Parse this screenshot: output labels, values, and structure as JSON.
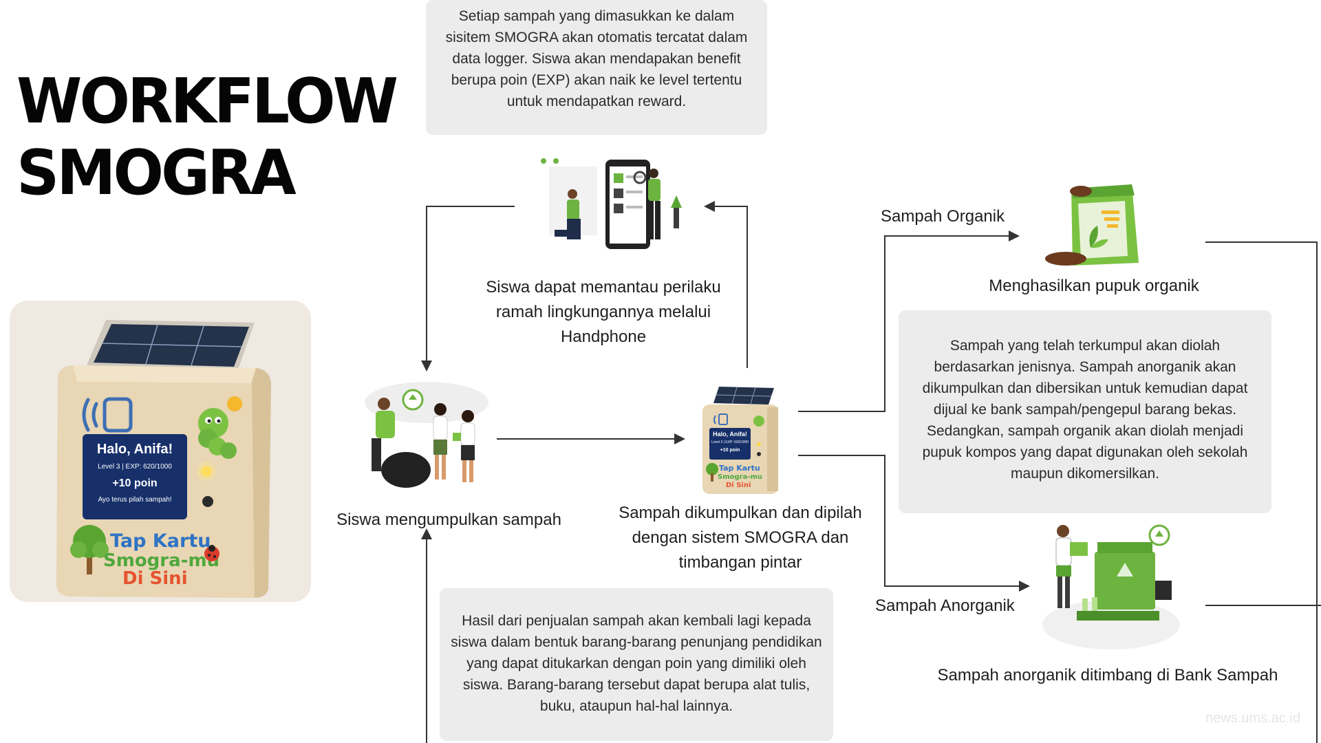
{
  "title": {
    "line1": "WORKFLOW",
    "line2": "SMOGRA"
  },
  "device": {
    "screen_greeting": "Halo, Anifa!",
    "screen_level": "Level 3 | EXP: 620/1000",
    "screen_points": "+10 poin",
    "screen_prompt": "Ayo terus pilah sampah!",
    "sticker_line1": "Tap Kartu",
    "sticker_line2": "Smogra-mu",
    "sticker_line3": "Di Sini"
  },
  "boxes": {
    "top": "Setiap sampah yang dimasukkan ke dalam sisitem SMOGRA akan otomatis tercatat dalam data logger. Siswa akan mendapakan benefit berupa poin (EXP) akan naik ke level tertentu untuk mendapatkan reward.",
    "right": "Sampah yang telah terkumpul akan diolah berdasarkan jenisnya. Sampah anorganik akan dikumpulkan dan dibersikan untuk kemudian dapat dijual ke bank sampah/pengepul  barang bekas. Sedangkan, sampah organik akan diolah menjadi pupuk kompos yang dapat digunakan oleh sekolah maupun dikomersilkan.",
    "bottom": "Hasil dari penjualan sampah akan kembali lagi kepada siswa dalam bentuk barang-barang penunjang pendidikan yang dapat ditukarkan dengan poin yang dimiliki oleh siswa. Barang-barang tersebut dapat berupa alat tulis, buku, ataupun hal-hal lainnya."
  },
  "labels": {
    "monitor": "Siswa dapat memantau perilaku ramah lingkungannya melalui Handphone",
    "collect": "Siswa mengumpulkan sampah",
    "sort": "Sampah dikumpulkan dan dipilah dengan sistem SMOGRA dan timbangan pintar",
    "organic": "Sampah Organik",
    "fertilizer": "Menghasilkan pupuk organik",
    "inorganic": "Sampah Anorganik",
    "bank": "Sampah anorganik ditimbang di Bank Sampah"
  },
  "mini_device": {
    "screen_greeting": "Halo, Anifa!",
    "screen_level": "Level 3 | EXP: 620/1000",
    "screen_points": "+10 poin",
    "sticker_line1": "Tap Kartu",
    "sticker_line2": "Smogra-mu",
    "sticker_line3": "Di Sini"
  },
  "watermark": "news.ums.ac.id",
  "colors": {
    "accent_green": "#6db33f",
    "box_gray": "#ececec",
    "device_beige": "#e8d6b4"
  }
}
